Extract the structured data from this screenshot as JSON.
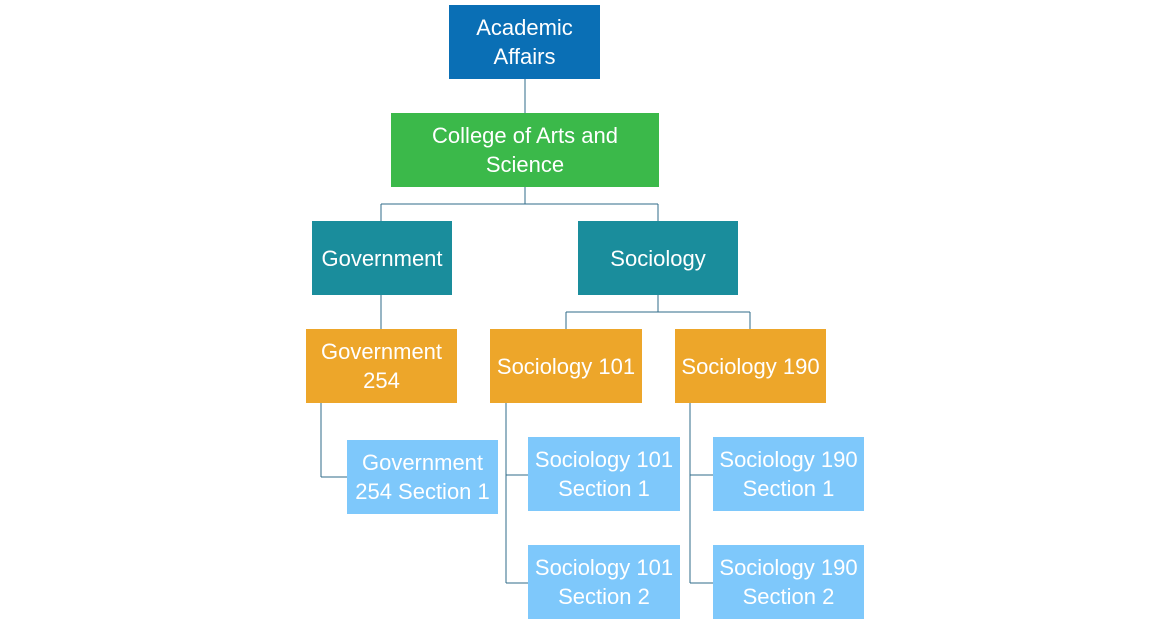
{
  "org_chart": {
    "root": {
      "label": "Academic Affairs",
      "color": "#0a6fb5"
    },
    "college": {
      "label": "College of Arts and Science",
      "color": "#3bb94a"
    },
    "departments": [
      {
        "label": "Government",
        "color": "#1a8d9c",
        "courses": [
          {
            "label": "Government 254",
            "color": "#eda62a",
            "sections": [
              {
                "label": "Government 254 Section 1",
                "color": "#7ec8fb"
              }
            ]
          }
        ]
      },
      {
        "label": "Sociology",
        "color": "#1a8d9c",
        "courses": [
          {
            "label": "Sociology 101",
            "color": "#eda62a",
            "sections": [
              {
                "label": "Sociology 101 Section 1",
                "color": "#7ec8fb"
              },
              {
                "label": "Sociology 101 Section 2",
                "color": "#7ec8fb"
              }
            ]
          },
          {
            "label": "Sociology 190",
            "color": "#eda62a",
            "sections": [
              {
                "label": "Sociology 190 Section 1",
                "color": "#7ec8fb"
              },
              {
                "label": "Sociology 190 Section 2",
                "color": "#7ec8fb"
              }
            ]
          }
        ]
      }
    ]
  }
}
